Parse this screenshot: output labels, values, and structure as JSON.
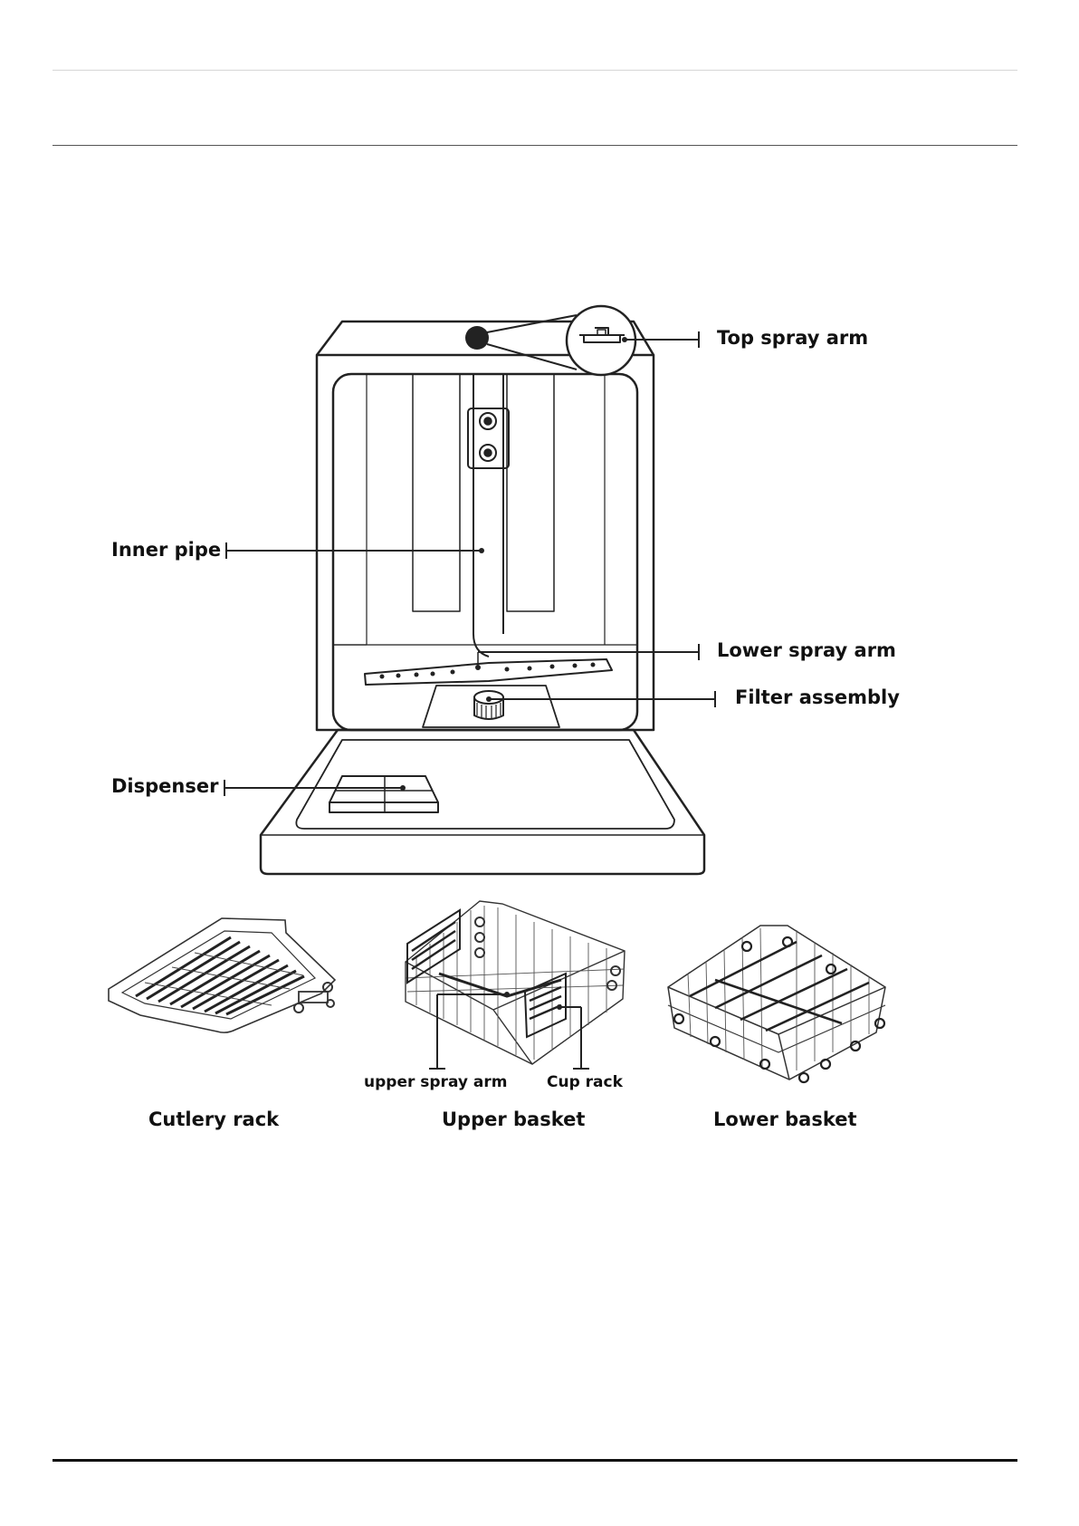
{
  "labels": {
    "top_spray_arm": "Top spray arm",
    "inner_pipe": "Inner pipe",
    "lower_spray_arm": "Lower spray arm",
    "filter_assembly": "Filter assembly",
    "dispenser": "Dispenser",
    "upper_spray_arm": "upper spray arm",
    "cup_rack": "Cup rack"
  },
  "captions": {
    "cutlery_rack": "Cutlery rack",
    "upper_basket": "Upper basket",
    "lower_basket": "Lower basket"
  },
  "icons": {
    "tip": "lightbulb-icon"
  }
}
